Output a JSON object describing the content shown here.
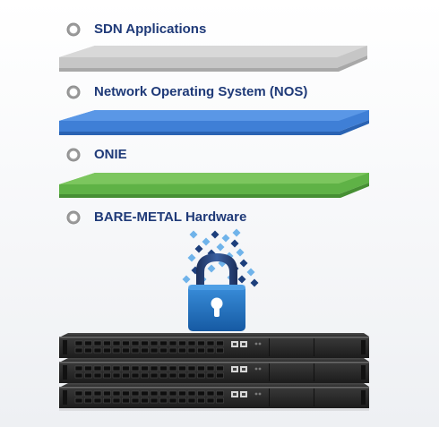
{
  "diagram": {
    "layers": [
      {
        "label": "SDN Applications",
        "color": "#c6c6c6"
      },
      {
        "label": "Network Operating System (NOS)",
        "color": "#3f7fd6"
      },
      {
        "label": "ONIE",
        "color": "#5fb246"
      },
      {
        "label": "BARE-METAL Hardware"
      }
    ],
    "lock_icon": "padlock-icon",
    "hardware_icon": "network-switch-stack-icon",
    "colors": {
      "label_text": "#1f3a78",
      "bullet_ring": "#9a9a9a",
      "lock_body": "#1f6fc1",
      "pixel_dark": "#1d3f7c",
      "pixel_light": "#6fb3ea",
      "switch_body": "#2a2a2a"
    }
  }
}
